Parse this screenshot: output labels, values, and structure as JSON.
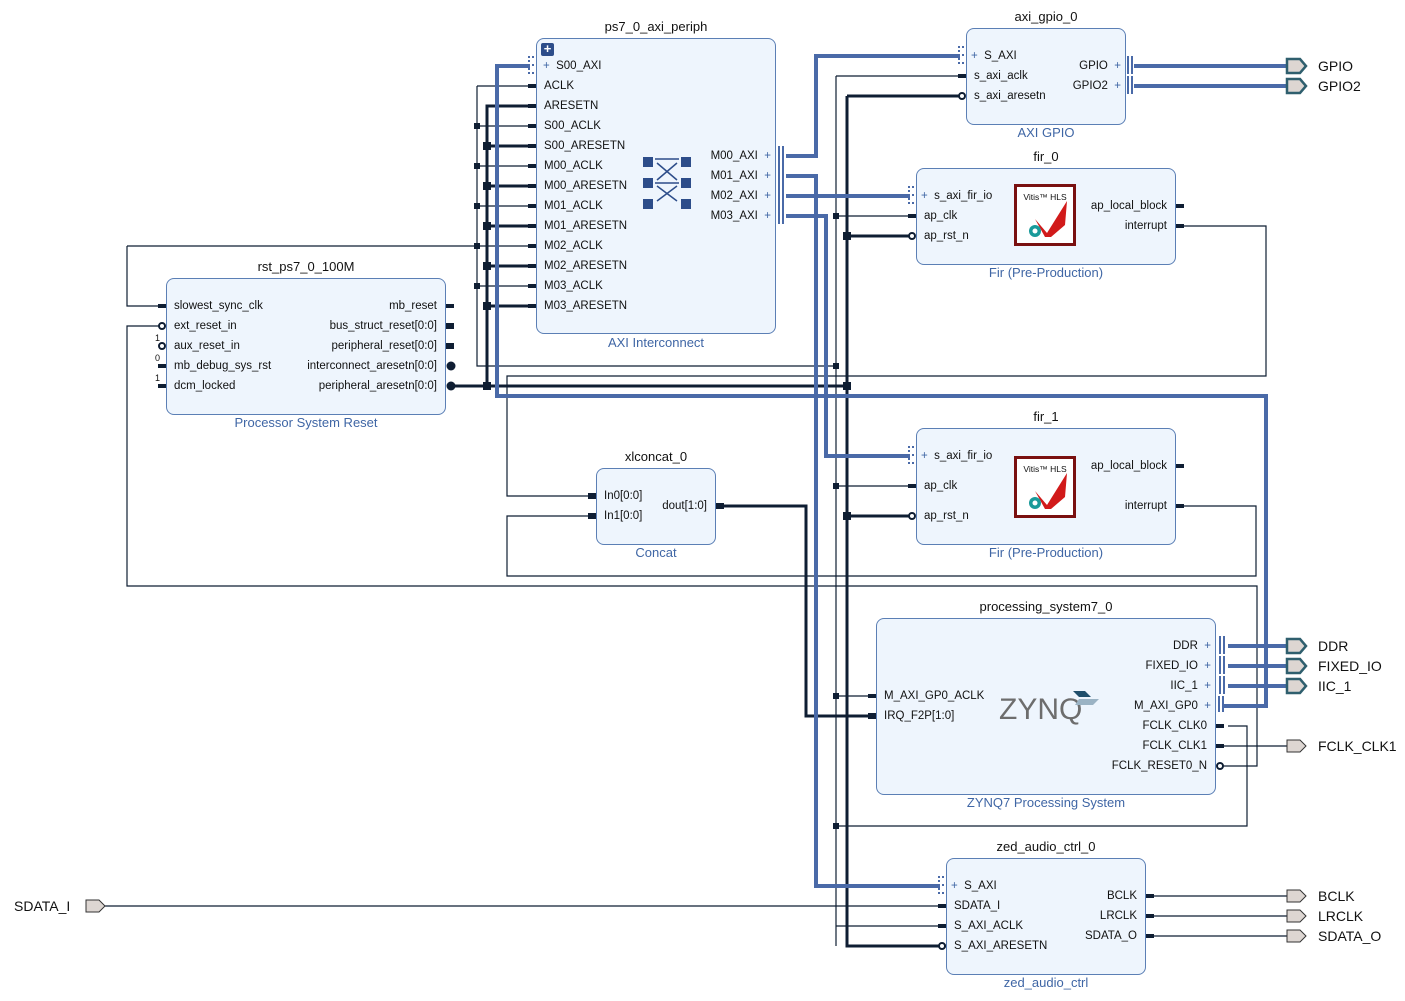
{
  "diagram": {
    "blocks": {
      "ps7_axi_periph": {
        "instance": "ps7_0_axi_periph",
        "type": "AXI Interconnect",
        "expand_icon": "plus-square-icon",
        "inputs": [
          "S00_AXI",
          "ACLK",
          "ARESETN",
          "S00_ACLK",
          "S00_ARESETN",
          "M00_ACLK",
          "M00_ARESETN",
          "M01_ACLK",
          "M01_ARESETN",
          "M02_ACLK",
          "M02_ARESETN",
          "M03_ACLK",
          "M03_ARESETN"
        ],
        "outputs": [
          "M00_AXI",
          "M01_AXI",
          "M02_AXI",
          "M03_AXI"
        ]
      },
      "axi_gpio": {
        "instance": "axi_gpio_0",
        "type": "AXI GPIO",
        "inputs": [
          "S_AXI",
          "s_axi_aclk",
          "s_axi_aresetn"
        ],
        "outputs": [
          "GPIO",
          "GPIO2"
        ]
      },
      "fir_0": {
        "instance": "fir_0",
        "type": "Fir (Pre-Production)",
        "logo_text": "Vitis™ HLS",
        "inputs": [
          "s_axi_fir_io",
          "ap_clk",
          "ap_rst_n"
        ],
        "outputs": [
          "ap_local_block",
          "interrupt"
        ]
      },
      "fir_1": {
        "instance": "fir_1",
        "type": "Fir (Pre-Production)",
        "logo_text": "Vitis™ HLS",
        "inputs": [
          "s_axi_fir_io",
          "ap_clk",
          "ap_rst_n"
        ],
        "outputs": [
          "ap_local_block",
          "interrupt"
        ]
      },
      "rst": {
        "instance": "rst_ps7_0_100M",
        "type": "Processor System Reset",
        "inputs": [
          "slowest_sync_clk",
          "ext_reset_in",
          "aux_reset_in",
          "mb_debug_sys_rst",
          "dcm_locked"
        ],
        "input_constants": [
          "",
          "",
          "1",
          "0",
          "1"
        ],
        "outputs": [
          "mb_reset",
          "bus_struct_reset[0:0]",
          "peripheral_reset[0:0]",
          "interconnect_aresetn[0:0]",
          "peripheral_aresetn[0:0]"
        ]
      },
      "concat": {
        "instance": "xlconcat_0",
        "type": "Concat",
        "inputs": [
          "In0[0:0]",
          "In1[0:0]"
        ],
        "outputs": [
          "dout[1:0]"
        ]
      },
      "ps7": {
        "instance": "processing_system7_0",
        "type": "ZYNQ7 Processing System",
        "logo_text": "ZYNQ",
        "inputs": [
          "M_AXI_GP0_ACLK",
          "IRQ_F2P[1:0]"
        ],
        "outputs": [
          "DDR",
          "FIXED_IO",
          "IIC_1",
          "M_AXI_GP0",
          "FCLK_CLK0",
          "FCLK_CLK1",
          "FCLK_RESET0_N"
        ]
      },
      "audio": {
        "instance": "zed_audio_ctrl_0",
        "type": "zed_audio_ctrl",
        "inputs": [
          "S_AXI",
          "SDATA_I",
          "S_AXI_ACLK",
          "S_AXI_ARESETN"
        ],
        "outputs": [
          "BCLK",
          "LRCLK",
          "SDATA_O"
        ]
      }
    },
    "external_ports": {
      "gpio": "GPIO",
      "gpio2": "GPIO2",
      "ddr": "DDR",
      "fixed_io": "FIXED_IO",
      "iic_1": "IIC_1",
      "fclk_clk1": "FCLK_CLK1",
      "bclk": "BCLK",
      "lrclk": "LRCLK",
      "sdata_o": "SDATA_O",
      "sdata_i": "SDATA_I"
    },
    "colors": {
      "bus": "#4a6aa8",
      "bus_light": "#8ea6d1",
      "net": "#0f1e33",
      "block_fill": "#eef5fd",
      "block_border": "#5b7fb5",
      "port_fill": "#ddd6d2",
      "port_border_bus": "#2f5f6e"
    }
  }
}
